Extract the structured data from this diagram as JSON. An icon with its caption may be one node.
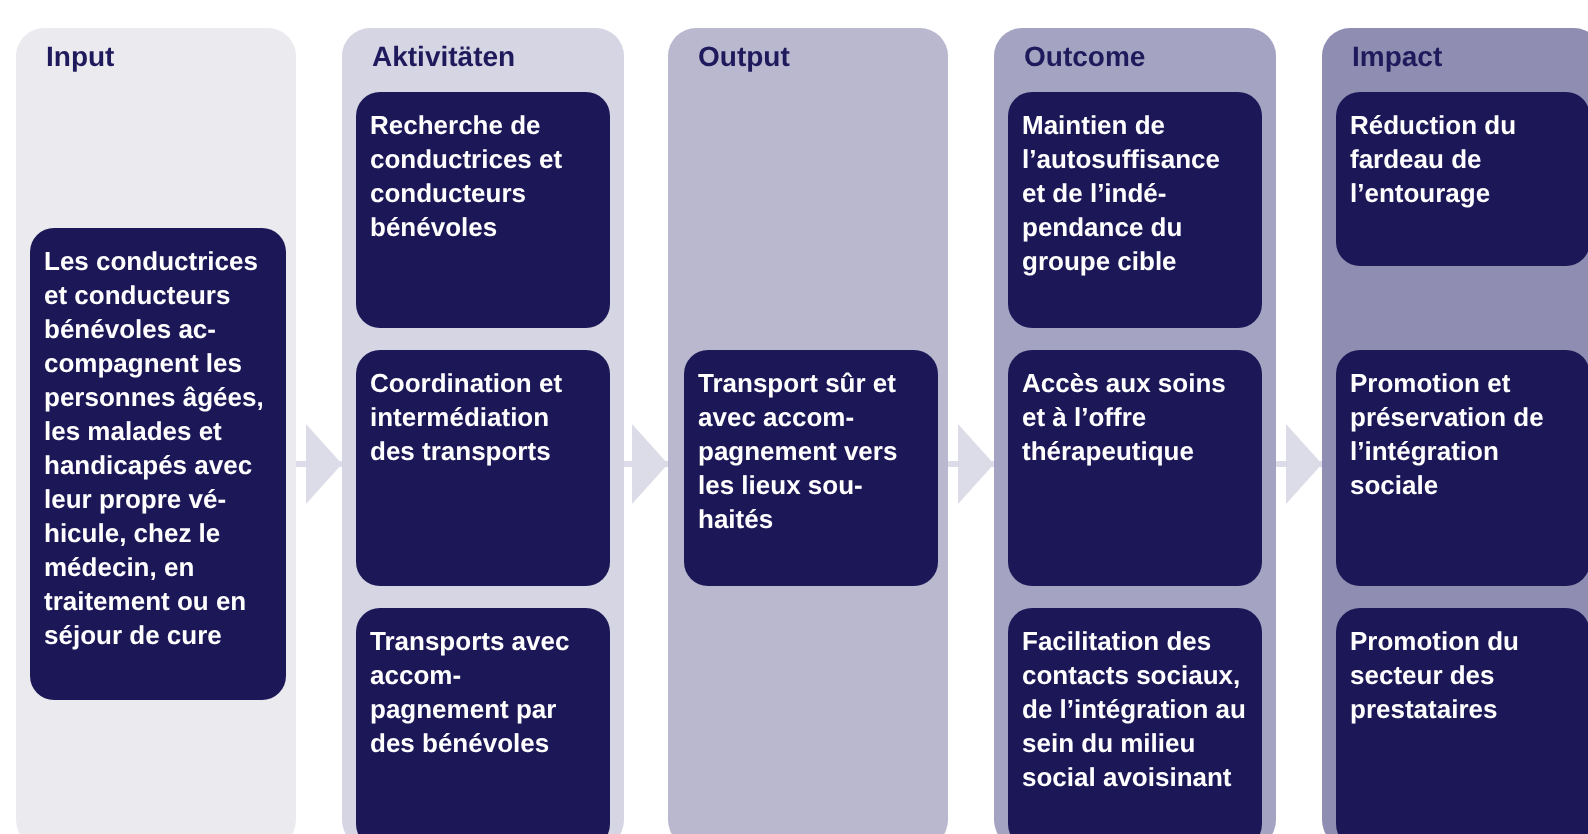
{
  "diagram": {
    "nodes": [
      {
        "text": [
          "Input"
        ]
      },
      {
        "text": [
          "Les conductrices et conducteurs bénévoles ac- compagnent les personnes âgées, les malades et handicapés avec leur propre vé- hicule, chez le médecin, en traitement ou en séjour de cure"
        ],
        "in": 0
      },
      {
        "text": [
          "Aktivitäten"
        ]
      },
      {
        "text": [
          "Recherche de conductrices et conducteurs bénévoles"
        ],
        "in": 2
      },
      {
        "text": [
          "Coordination et intermédiation des transports"
        ],
        "in": 2
      },
      {
        "text": [
          "Transports avec accom- pagnement par des bénévoles"
        ],
        "in": 2
      },
      {
        "text": [
          "Output"
        ]
      },
      {
        "text": [
          "Transport sûr et avec accom- pagnement vers les lieux sou- haités"
        ],
        "in": 6
      },
      {
        "text": [
          "Outcome"
        ]
      },
      {
        "text": [
          "Maintien de l’autosuffisance et de l’indé- pendance du groupe cible"
        ],
        "in": 8
      },
      {
        "text": [
          "Accès aux soins et à l’offre thérapeutique"
        ],
        "in": 8
      },
      {
        "text": [
          "Facilitation des contacts sociaux, de l’intégration au sein du milieu social avoisinant"
        ],
        "in": 8
      },
      {
        "text": [
          "Impact"
        ]
      },
      {
        "text": [
          "Réduction du fardeau de l’entourage"
        ],
        "in": 12
      },
      {
        "text": [
          "Promotion et préservation de l’intégration sociale"
        ],
        "in": 12
      },
      {
        "text": [
          "Promotion du secteur des prestataires"
        ],
        "in": 12
      }
    ],
    "edges": [
      {
        "from": 0,
        "to": 2,
        "arrow": "to"
      },
      {
        "from": 2,
        "to": 6,
        "arrow": "to"
      },
      {
        "from": 6,
        "to": 8,
        "arrow": "to"
      },
      {
        "from": 8,
        "to": 12,
        "arrow": "to"
      }
    ]
  }
}
